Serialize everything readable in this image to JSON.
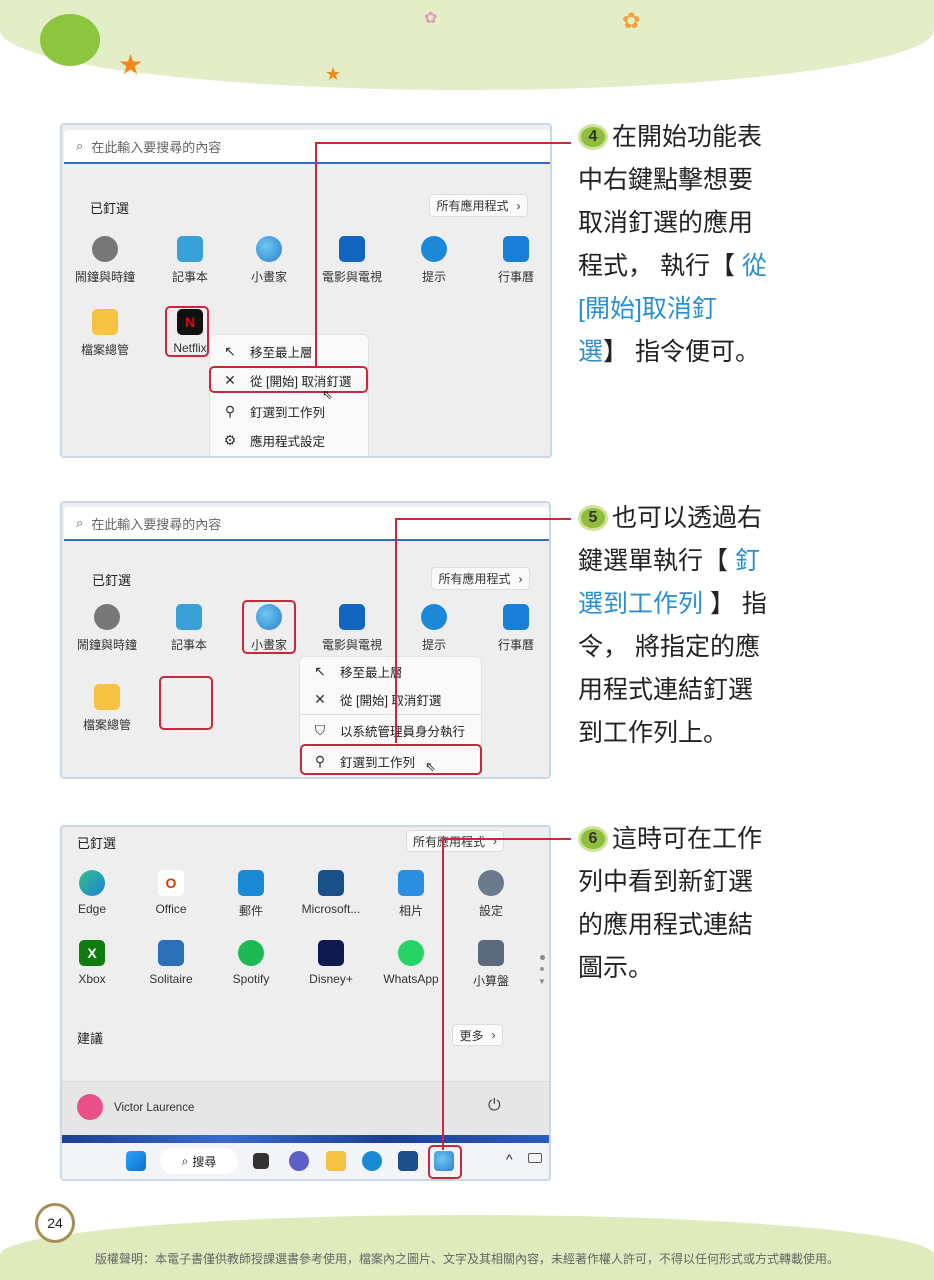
{
  "page_number": "24",
  "copyright": "版權聲明：本電子書僅供教師授課選書參考使用，檔案內之圖片、文字及其相關內容，未經著作權人許可，不得以任何形式或方式轉載使用。",
  "colors": {
    "accent_red": "#c8283a",
    "highlight_blue": "#2a8fd0",
    "step_green": "#8fbf3a"
  },
  "panel1": {
    "search_placeholder": "在此輸入要搜尋的內容",
    "pinned_label": "已釘選",
    "all_apps": "所有應用程式",
    "apps": [
      {
        "label": "鬧鐘與時鐘",
        "icon": "clock-icon"
      },
      {
        "label": "記事本",
        "icon": "notepad-icon"
      },
      {
        "label": "小畫家",
        "icon": "paint-icon"
      },
      {
        "label": "電影與電視",
        "icon": "movies-icon"
      },
      {
        "label": "提示",
        "icon": "tips-icon"
      },
      {
        "label": "行事曆",
        "icon": "calendar-icon"
      },
      {
        "label": "檔案總管",
        "icon": "folder-icon"
      },
      {
        "label": "Netflix",
        "icon": "netflix-icon"
      }
    ],
    "menu": [
      "移至最上層",
      "從 [開始] 取消釘選",
      "釘選到工作列",
      "應用程式設定"
    ]
  },
  "panel2": {
    "search_placeholder": "在此輸入要搜尋的內容",
    "pinned_label": "已釘選",
    "all_apps": "所有應用程式",
    "apps": [
      {
        "label": "鬧鐘與時鐘",
        "icon": "clock-icon"
      },
      {
        "label": "記事本",
        "icon": "notepad-icon"
      },
      {
        "label": "小畫家",
        "icon": "paint-icon"
      },
      {
        "label": "電影與電視",
        "icon": "movies-icon"
      },
      {
        "label": "提示",
        "icon": "tips-icon"
      },
      {
        "label": "行事曆",
        "icon": "calendar-icon"
      },
      {
        "label": "檔案總管",
        "icon": "folder-icon"
      }
    ],
    "menu": [
      "移至最上層",
      "從 [開始] 取消釘選",
      "以系統管理員身分執行",
      "釘選到工作列"
    ]
  },
  "panel3": {
    "pinned_label": "已釘選",
    "all_apps": "所有應用程式",
    "apps": [
      {
        "label": "Edge",
        "icon": "edge-icon"
      },
      {
        "label": "Office",
        "icon": "office-icon"
      },
      {
        "label": "郵件",
        "icon": "mail-icon"
      },
      {
        "label": "Microsoft...",
        "icon": "store-icon"
      },
      {
        "label": "相片",
        "icon": "photos-icon"
      },
      {
        "label": "設定",
        "icon": "settings-icon"
      },
      {
        "label": "Xbox",
        "icon": "xbox-icon"
      },
      {
        "label": "Solitaire",
        "icon": "solitaire-icon"
      },
      {
        "label": "Spotify",
        "icon": "spotify-icon"
      },
      {
        "label": "Disney+",
        "icon": "disney-icon"
      },
      {
        "label": "WhatsApp",
        "icon": "whatsapp-icon"
      },
      {
        "label": "小算盤",
        "icon": "calculator-icon"
      }
    ],
    "recommended_label": "建議",
    "more": "更多",
    "user_name": "Victor Laurence",
    "taskbar_search": "搜尋"
  },
  "steps": [
    {
      "number": "4",
      "lines": [
        [
          {
            "t": "在開始功能表"
          }
        ],
        [
          {
            "t": "中右鍵點擊想要"
          }
        ],
        [
          {
            "t": "取消釘選的應用"
          }
        ],
        [
          {
            "t": "程式， 執行【 "
          },
          {
            "t": "從",
            "hl": true
          }
        ],
        [
          {
            "t": "[開始]取消釘",
            "hl": true
          }
        ],
        [
          {
            "t": "選",
            "hl": true
          },
          {
            "t": "】 指令便可。"
          }
        ]
      ]
    },
    {
      "number": "5",
      "lines": [
        [
          {
            "t": "也可以透過右"
          }
        ],
        [
          {
            "t": "鍵選單執行【 "
          },
          {
            "t": "釘",
            "hl": true
          }
        ],
        [
          {
            "t": "選到工作列",
            "hl": true
          },
          {
            "t": " 】 指"
          }
        ],
        [
          {
            "t": "令， 將指定的應"
          }
        ],
        [
          {
            "t": "用程式連結釘選"
          }
        ],
        [
          {
            "t": "到工作列上。"
          }
        ]
      ]
    },
    {
      "number": "6",
      "lines": [
        [
          {
            "t": "這時可在工作"
          }
        ],
        [
          {
            "t": "列中看到新釘選"
          }
        ],
        [
          {
            "t": "的應用程式連結"
          }
        ],
        [
          {
            "t": "圖示。"
          }
        ]
      ]
    }
  ]
}
